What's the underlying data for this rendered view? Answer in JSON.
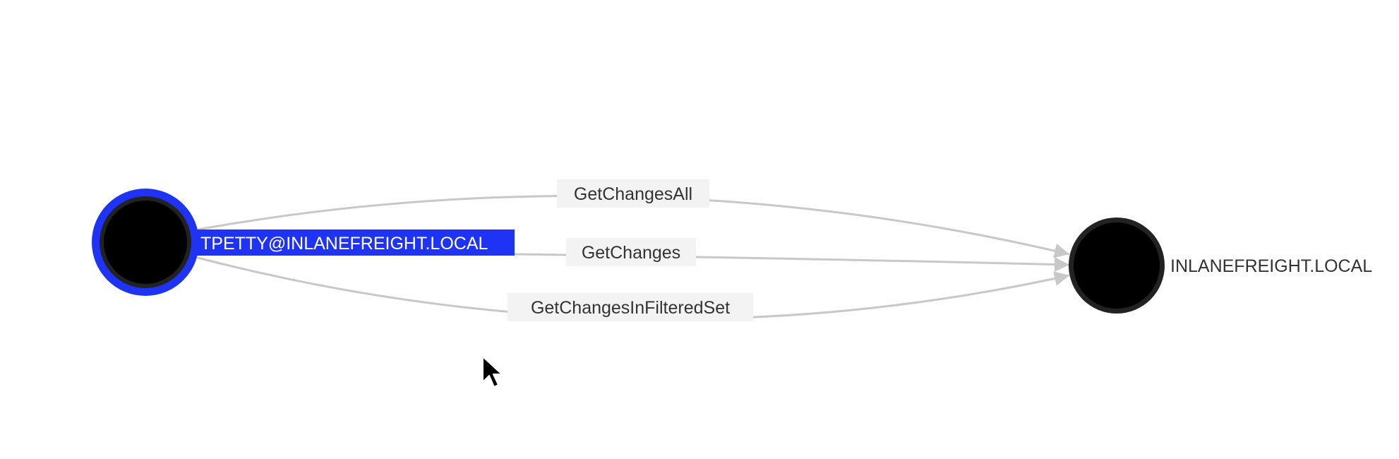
{
  "graph": {
    "nodes": [
      {
        "id": "user",
        "label": "TPETTY@INLANEFREIGHT.LOCAL",
        "selected": true,
        "fill": "#000000",
        "ring": "#222222",
        "highlight": "#1f33f5",
        "label_color": "#ffffff",
        "label_background": "#1f33f5"
      },
      {
        "id": "domain",
        "label": "INLANEFREIGHT.LOCAL",
        "selected": false,
        "fill": "#000000",
        "ring": "#222222",
        "label_color": "#333333"
      }
    ],
    "edges": [
      {
        "from": "user",
        "to": "domain",
        "label": "GetChangesAll"
      },
      {
        "from": "user",
        "to": "domain",
        "label": "GetChanges"
      },
      {
        "from": "user",
        "to": "domain",
        "label": "GetChangesInFilteredSet"
      }
    ],
    "edge_color": "#c8c8c8",
    "edge_label_background": "#f3f3f3",
    "icons": {
      "cursor": "mouse-pointer-icon"
    }
  }
}
